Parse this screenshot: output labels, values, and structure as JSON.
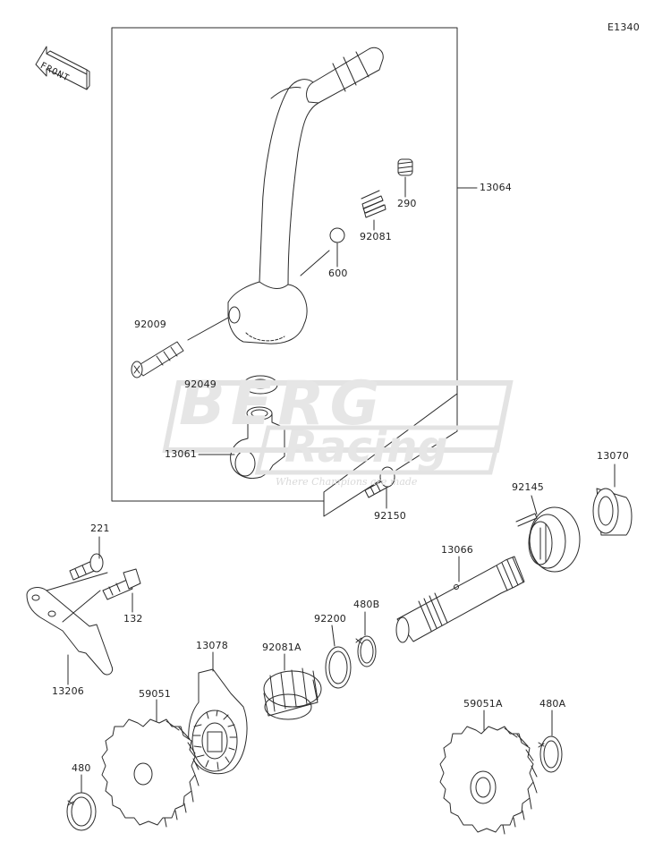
{
  "diagram_code": "E1340",
  "front_label": "FRONT",
  "watermark": {
    "brand_top": "BERG",
    "brand_bottom": "Racing",
    "tagline": "Where Champions are made"
  },
  "parts": {
    "p13064": "13064",
    "p290": "290",
    "p92081": "92081",
    "p600": "600",
    "p92009": "92009",
    "p92049": "92049",
    "p13061": "13061",
    "p92150": "92150",
    "p221": "221",
    "p132": "132",
    "p13206": "13206",
    "p92145": "92145",
    "p13070": "13070",
    "p13066": "13066",
    "p92200": "92200",
    "p480B": "480B",
    "p13078": "13078",
    "p92081A": "92081A",
    "p59051": "59051",
    "p59051A": "59051A",
    "p480A": "480A",
    "p480": "480"
  }
}
